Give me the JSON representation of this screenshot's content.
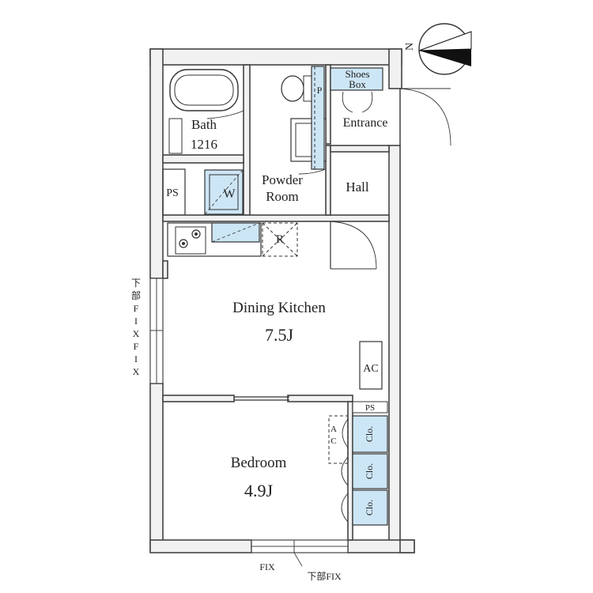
{
  "compass": {
    "north_label": "N"
  },
  "rooms": {
    "bath": {
      "name": "Bath",
      "size": "1216"
    },
    "shoes_box": {
      "line1": "Shoes",
      "line2": "Box"
    },
    "entrance": {
      "name": "Entrance"
    },
    "ps_top": {
      "name": "PS"
    },
    "washer": {
      "name": "W"
    },
    "powder_room": {
      "line1": "Powder",
      "line2": "Room"
    },
    "hall": {
      "name": "Hall"
    },
    "refrigerator": {
      "name": "R"
    },
    "dining_kitchen": {
      "name": "Dining Kitchen",
      "size": "7.5J"
    },
    "ac": {
      "name": "AC"
    },
    "ps_small": {
      "name": "PS"
    },
    "ac_small": {
      "line1": "A",
      "line2": "C"
    },
    "closets": [
      "Clo.",
      "Clo.",
      "Clo."
    ],
    "bedroom": {
      "name": "Bedroom",
      "size": "4.9J"
    }
  },
  "windows": {
    "left_label_chars": [
      "下",
      "部",
      "F",
      "I",
      "X",
      "F",
      "I",
      "X"
    ],
    "bottom_fix": "FIX",
    "bottom_lower_fix": "下部FIX"
  }
}
